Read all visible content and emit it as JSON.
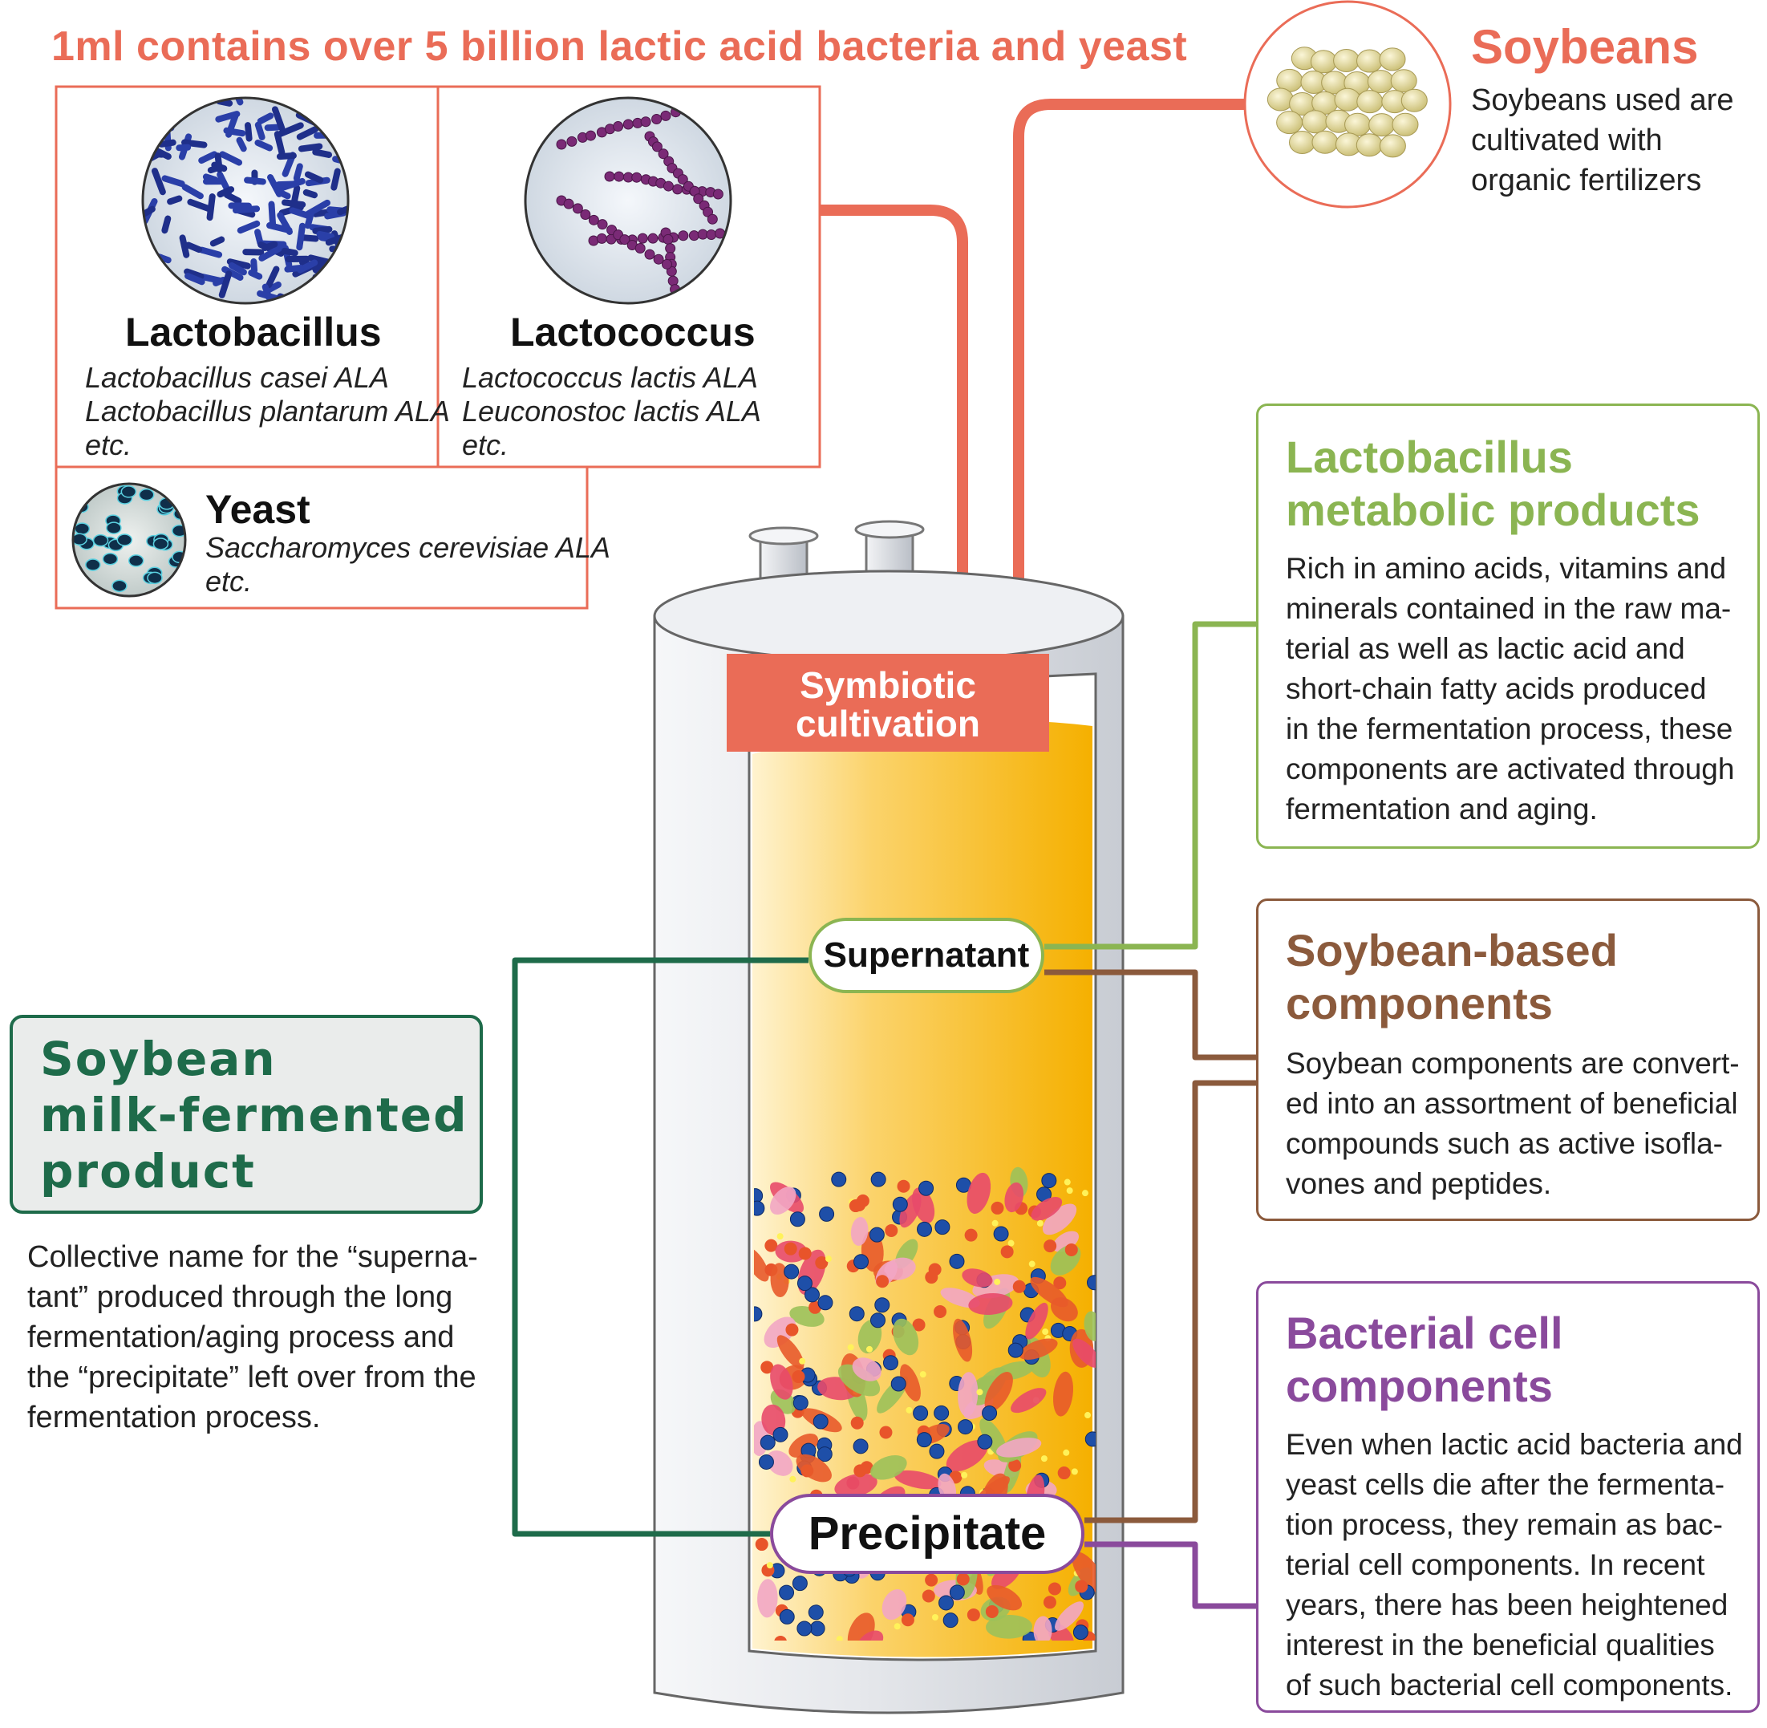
{
  "headline": "1ml contains over 5 billion lactic acid bacteria and yeast",
  "lactobacillus": {
    "title": "Lactobacillus",
    "lines": [
      "Lactobacillus casei ALA",
      "Lactobacillus plantarum ALA",
      "etc."
    ]
  },
  "lactococcus": {
    "title": "Lactococcus",
    "lines": [
      "Lactococcus lactis ALA",
      "Leuconostoc lactis ALA",
      "etc."
    ]
  },
  "yeast": {
    "title": "Yeast",
    "lines": [
      "Saccharomyces cerevisiae ALA",
      "etc."
    ]
  },
  "soybeans": {
    "title": "Soybeans",
    "lines": [
      "Soybeans used are",
      "cultivated with",
      "organic fertilizers"
    ]
  },
  "symbiotic": {
    "lines": [
      "Symbiotic",
      "cultivation"
    ]
  },
  "supernatant_label": "Supernatant",
  "precipitate_label": "Precipitate",
  "metabolic": {
    "title_lines": [
      "Lactobacillus",
      "metabolic products"
    ],
    "lines": [
      "Rich in amino acids, vitamins and",
      "minerals contained in the raw ma-",
      "terial as well as lactic acid and",
      "short-chain fatty acids produced",
      "in the fermentation process, these",
      "components are activated through",
      "fermentation and aging."
    ]
  },
  "soy_components": {
    "title_lines": [
      "Soybean-based",
      "components"
    ],
    "lines": [
      "Soybean components are convert-",
      "ed into an assortment of beneficial",
      "compounds such as active isofla-",
      "vones and peptides."
    ]
  },
  "bacterial": {
    "title_lines": [
      "Bacterial cell",
      "components"
    ],
    "lines": [
      "Even when lactic acid bacteria and",
      "yeast cells die after the fermenta-",
      "tion process, they remain as bac-",
      "terial cell components. In recent",
      "years, there has been heightened",
      "interest in the beneficial qualities",
      "of such bacterial cell components."
    ]
  },
  "product": {
    "title_lines": [
      "Soybean",
      "milk-fermented",
      "product"
    ],
    "desc_lines": [
      "Collective name for the “superna-",
      "tant” produced through the long",
      "fermentation/aging process and",
      "the “precipitate” left over from the",
      "fermentation process."
    ]
  },
  "colors": {
    "accent": "#ea6c57",
    "metabolic": "#8bb552",
    "soy": "#8b5a3c",
    "bacterial": "#8a4a9c",
    "product": "#1e6b4a",
    "liquid": "#f7b500"
  }
}
